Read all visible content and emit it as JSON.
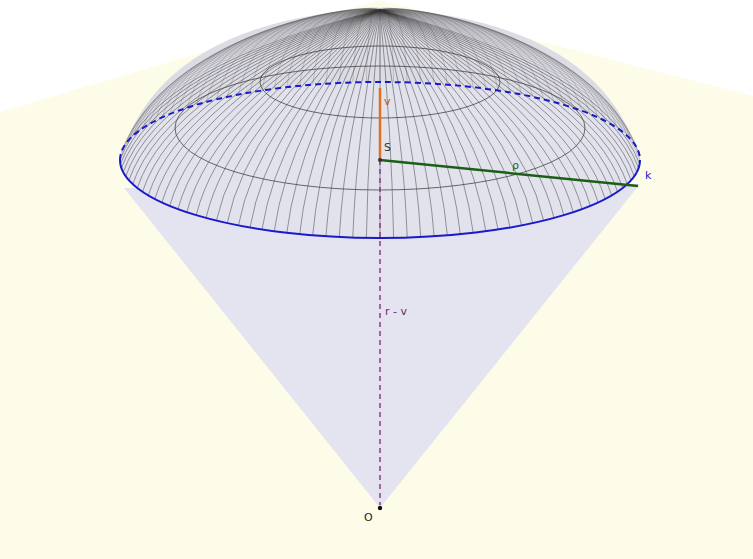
{
  "diagram": {
    "labels": [
      "v",
      "S",
      "ρ",
      "k",
      "r - v",
      "O"
    ]
  }
}
